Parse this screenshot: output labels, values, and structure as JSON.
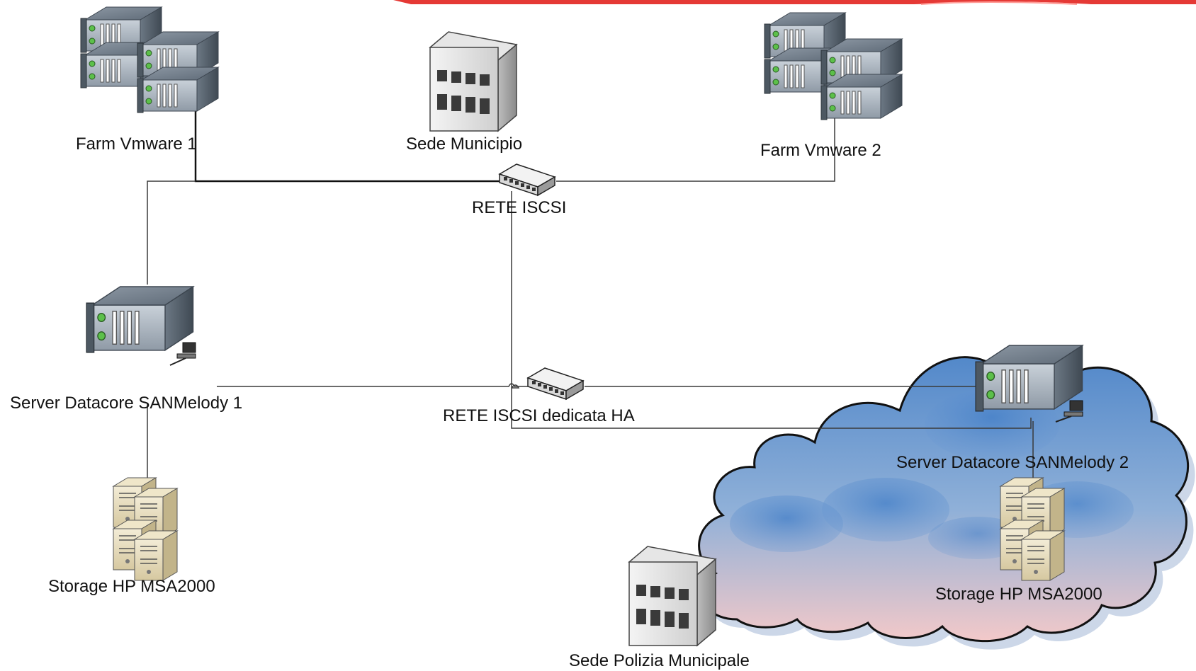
{
  "labels": {
    "farm1": "Farm Vmware  1",
    "sede_municipio": "Sede Municipio",
    "farm2": "Farm Vmware  2",
    "rete_iscsi": "RETE ISCSI",
    "server1": "Server Datacore SANMelody 1",
    "rete_ha": "RETE ISCSI dedicata HA",
    "server2": "Server Datacore SANMelody 2",
    "storage1": "Storage HP MSA2000",
    "storage2": "Storage HP MSA2000",
    "sede_polizia": "Sede Polizia Municipale"
  },
  "icons": {
    "farm1": "server-rack-cluster-icon",
    "farm2": "server-rack-cluster-icon",
    "sede_municipio": "office-building-icon",
    "sede_polizia": "office-building-icon",
    "rete_iscsi": "network-switch-icon",
    "rete_ha": "network-switch-icon",
    "server1": "rack-server-icon",
    "server2": "rack-server-icon",
    "storage1": "storage-array-icon",
    "storage2": "storage-array-icon",
    "cloud": "cloud-icon"
  },
  "colors": {
    "top_banner": "#e53935",
    "connector": "#333333",
    "cloud_top": "#5a8fd0",
    "cloud_bottom": "#f2c6c6"
  }
}
